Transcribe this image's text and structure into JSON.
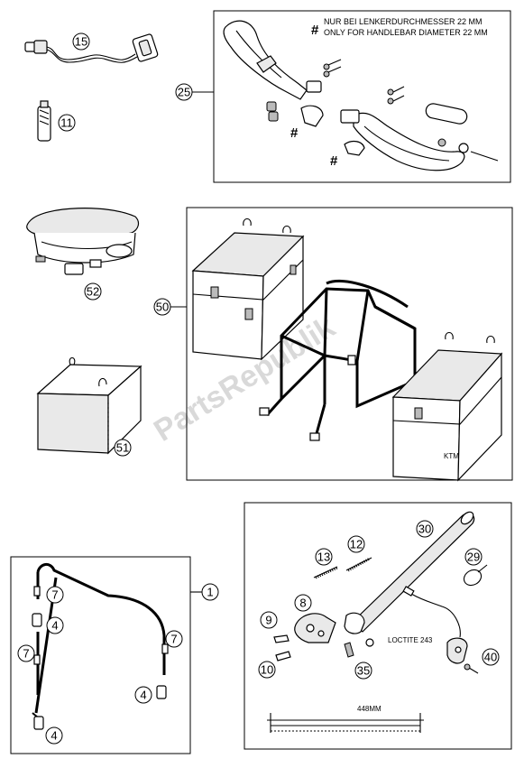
{
  "notes": {
    "de": "NUR BEI LENKERDURCHMESSER 22 MM",
    "en": "ONLY FOR HANDLEBAR DIAMETER 22 MM",
    "hash_symbol": "#"
  },
  "labels": {
    "loctite": "LOCTITE 243",
    "length": "448MM",
    "box_brand": "KTM"
  },
  "watermark": "PartsRepublik",
  "callouts": {
    "c1": "1",
    "c4a": "4",
    "c4b": "4",
    "c4c": "4",
    "c7a": "7",
    "c7b": "7",
    "c7c": "7",
    "c8": "8",
    "c9": "9",
    "c10": "10",
    "c11": "11",
    "c12": "12",
    "c13": "13",
    "c15": "15",
    "c25": "25",
    "c29": "29",
    "c30": "30",
    "c35": "35",
    "c40": "40",
    "c50": "50",
    "c51": "51",
    "c52": "52"
  }
}
